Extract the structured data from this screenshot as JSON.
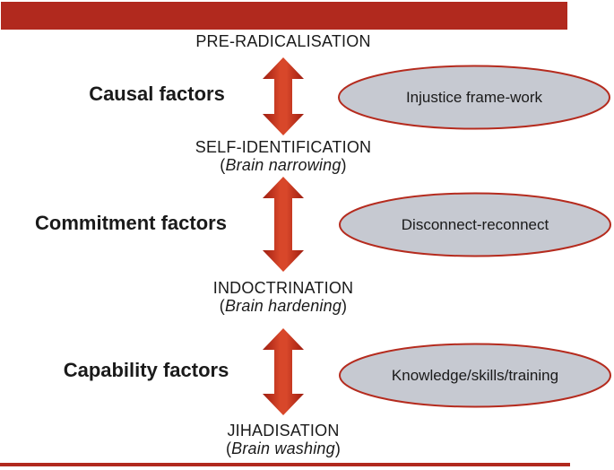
{
  "diagram": {
    "description": "Radicalisation stages diagram",
    "colors": {
      "bar_red": "#B1291E",
      "arrow_edge": "#9E1D10",
      "arrow_mid": "#D8472A",
      "ellipse_fill": "#C6C9D1",
      "ellipse_border": "#B52B1E",
      "text": "#1a1a1a"
    },
    "stages": [
      {
        "name": "PRE-RADICALISATION",
        "paren_open": "",
        "subtitle": "",
        "paren_close": ""
      },
      {
        "name": "SELF-IDENTIFICATION",
        "paren_open": "(",
        "subtitle": "Brain narrowing",
        "paren_close": ")"
      },
      {
        "name": "INDOCTRINATION",
        "paren_open": "(",
        "subtitle": "Brain hardening",
        "paren_close": ")"
      },
      {
        "name": "JIHADISATION",
        "paren_open": "(",
        "subtitle": "Brain washing",
        "paren_close": ")"
      }
    ],
    "factors": [
      {
        "label": "Causal factors"
      },
      {
        "label": "Commitment factors"
      },
      {
        "label": "Capability factors"
      }
    ],
    "ellipses": [
      {
        "label": "Injustice frame-work"
      },
      {
        "label": "Disconnect-reconnect"
      },
      {
        "label": "Knowledge/skills/training"
      }
    ],
    "icons": [
      {
        "name": "double-arrow-icon",
        "meaning": "bidirectional transition between stages"
      }
    ]
  }
}
